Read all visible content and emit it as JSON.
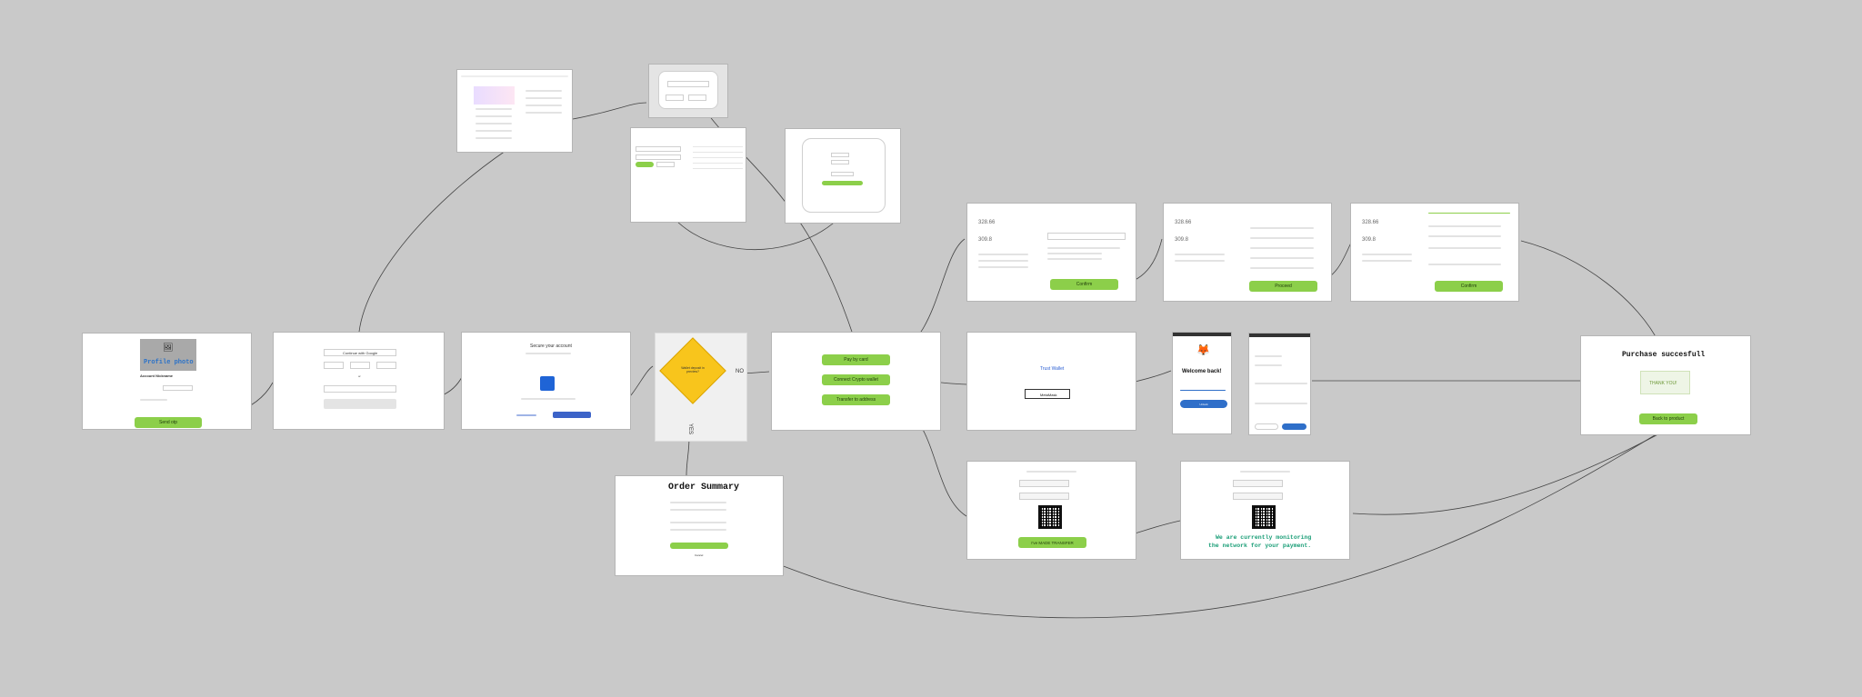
{
  "frames": {
    "onboarding": {
      "profile_photo": "Profile photo",
      "account_nickname": "Account Nickname",
      "send_otp": "Send otp"
    },
    "login": {
      "continue_google": "Continue with Google",
      "or": "or"
    },
    "secure": {
      "title": "Secure your account"
    },
    "decision": {
      "question": "Wallet deposit in preview?",
      "no": "NO",
      "yes": "YES"
    },
    "order": {
      "title": "Order Summary",
      "cancel": "Cancel"
    },
    "pay_options": {
      "pay_card": "Pay by card",
      "connect_wallet": "Connect Crypto wallet",
      "transfer": "Transfer to address"
    },
    "card1": {
      "amount": "328.66",
      "amount2": "309.8",
      "confirm": "Confirm"
    },
    "card2": {
      "amount": "328.66",
      "amount2": "309.8",
      "proceed": "Proceed"
    },
    "card3": {
      "amount": "328.66",
      "amount2": "309.8",
      "confirm": "Confirm"
    },
    "wallet": {
      "trust_wallet": "Trust Wallet",
      "metamask": "MetaMask"
    },
    "metamask": {
      "welcome": "Welcome back!",
      "unlock": "Unlock"
    },
    "transfer": {
      "made_transfer": "I've MADE TRANSFER"
    },
    "monitoring": {
      "message_line1": "We are currently monitoring",
      "message_line2": "the network for your payment."
    },
    "success": {
      "title": "Purchase succesfull",
      "thank_you": "THANK YOU!",
      "back": "Back to product"
    }
  },
  "colors": {
    "accent_green": "#8ccf4a",
    "decision_yellow": "#f8c51c",
    "monitor_teal": "#1a9e77",
    "photo_blue": "#2b72c8"
  }
}
